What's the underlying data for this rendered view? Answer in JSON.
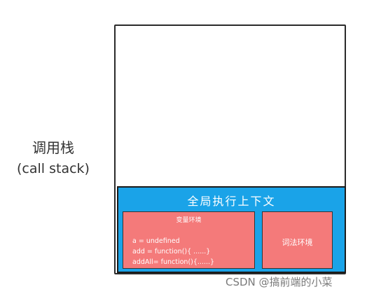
{
  "call_stack_label": {
    "line1": "调用栈",
    "line2": "(call stack)"
  },
  "global_context": {
    "title": "全局执行上下文",
    "variable_environment": {
      "title": "变量环境",
      "lines": [
        "a = undefined",
        "add = function(){ ......}",
        "addAll= function(){......}"
      ]
    },
    "lexical_environment": {
      "title": "词法环境"
    }
  },
  "watermark": "CSDN @搞前端的小菜",
  "colors": {
    "global_context_fill": "#1aa3e8",
    "environment_fill": "#f47a7a"
  }
}
